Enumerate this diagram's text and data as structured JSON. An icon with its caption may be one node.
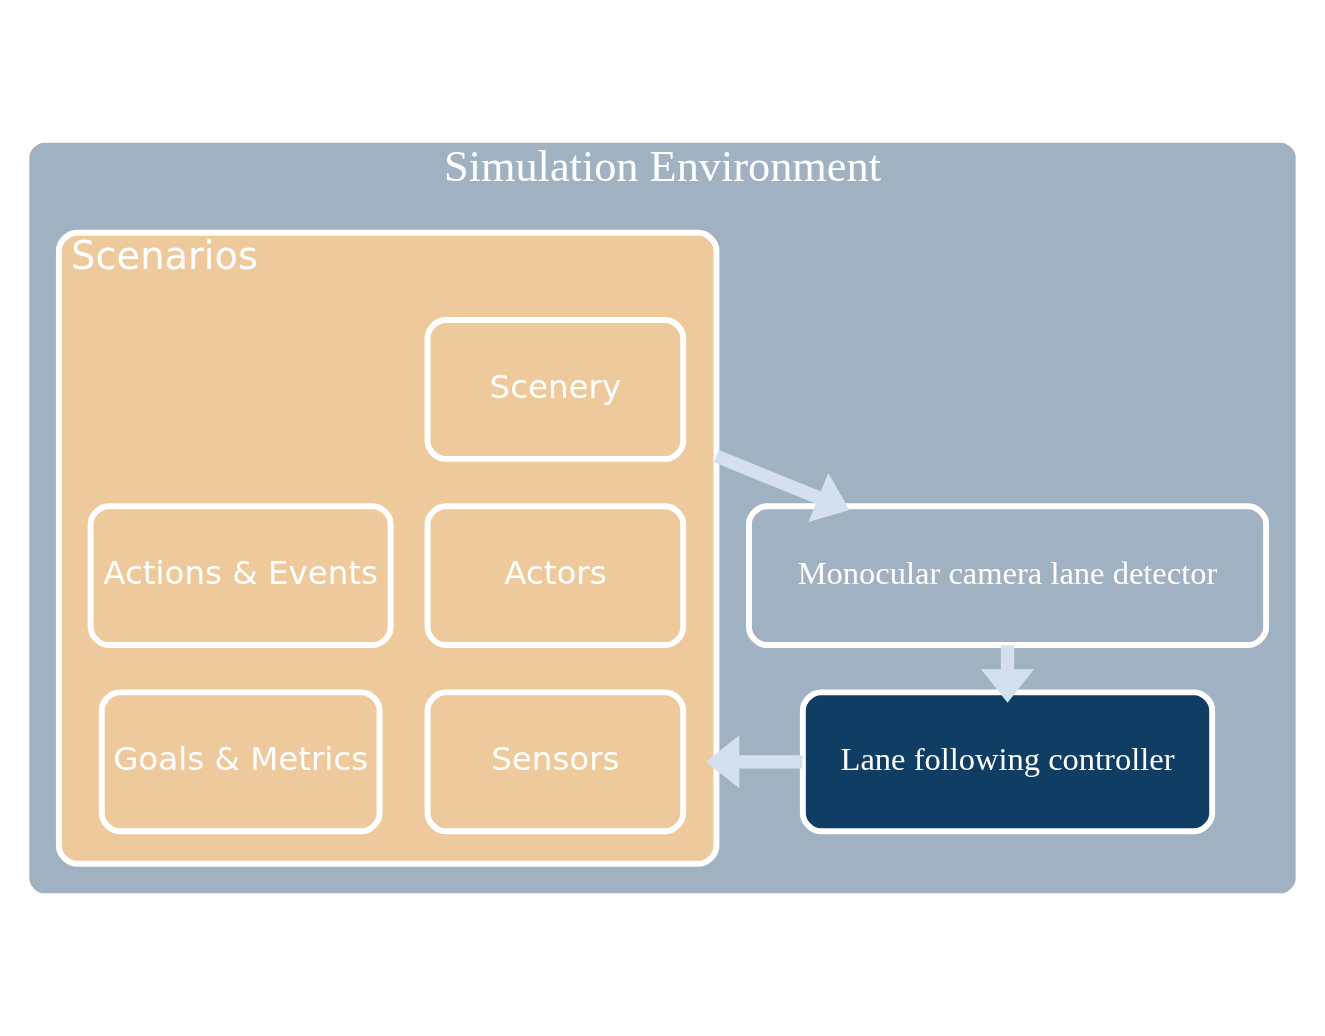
{
  "diagram": {
    "nodes": [
      {
        "text": [
          "Simulation Environment"
        ]
      },
      {
        "text": [
          "Scenarios"
        ],
        "in": 0
      },
      {
        "text": [
          "Scenery"
        ],
        "in": 1
      },
      {
        "text": [
          "Actions & Events"
        ],
        "in": 1
      },
      {
        "text": [
          "Actors"
        ],
        "in": 1
      },
      {
        "text": [
          "Goals & Metrics"
        ],
        "in": 1
      },
      {
        "text": [
          "Sensors"
        ],
        "in": 1
      },
      {
        "text": [
          "Monocular camera lane detector"
        ],
        "in": 0
      },
      {
        "text": [
          "Lane following controller"
        ],
        "in": 0
      }
    ],
    "edges": [
      {
        "from": 1,
        "to": 7,
        "arrow": "to"
      },
      {
        "from": 7,
        "to": 8,
        "arrow": "to"
      },
      {
        "from": 8,
        "to": 1,
        "arrow": "to"
      }
    ]
  }
}
